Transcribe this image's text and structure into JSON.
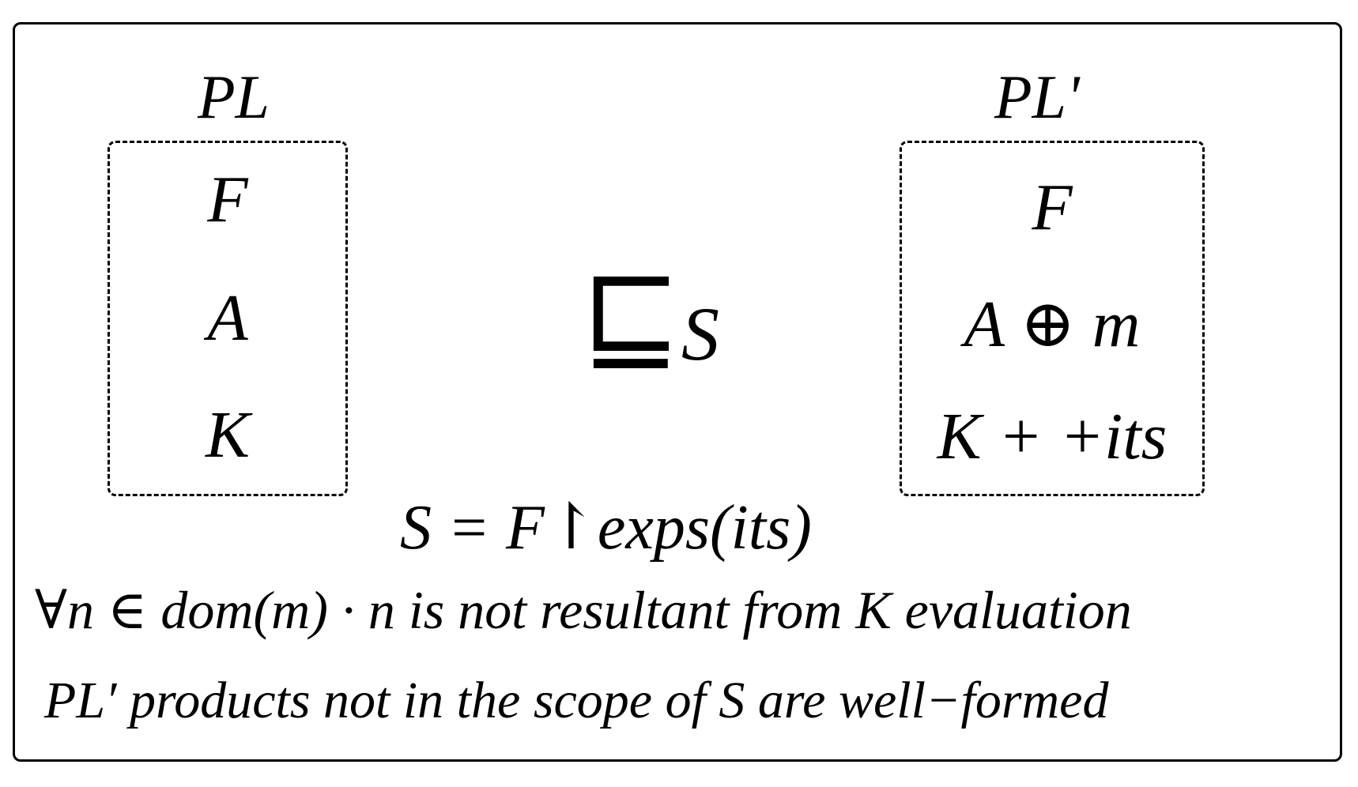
{
  "left_product_line": {
    "title": "PL",
    "items": [
      "F",
      "A",
      "K"
    ]
  },
  "right_product_line": {
    "title": "PL'",
    "items": [
      "F",
      "A ⊕ m",
      "K + +its"
    ]
  },
  "relation": {
    "symbol": "⊑",
    "subscript": "S"
  },
  "conditions": {
    "scope_definition": "S = F↾exps(its)",
    "domain_condition": "∀n ∈ dom(m) · n is not resultant from K evaluation",
    "wellformed_condition": "PL′ products not in the scope of S are well−formed"
  }
}
